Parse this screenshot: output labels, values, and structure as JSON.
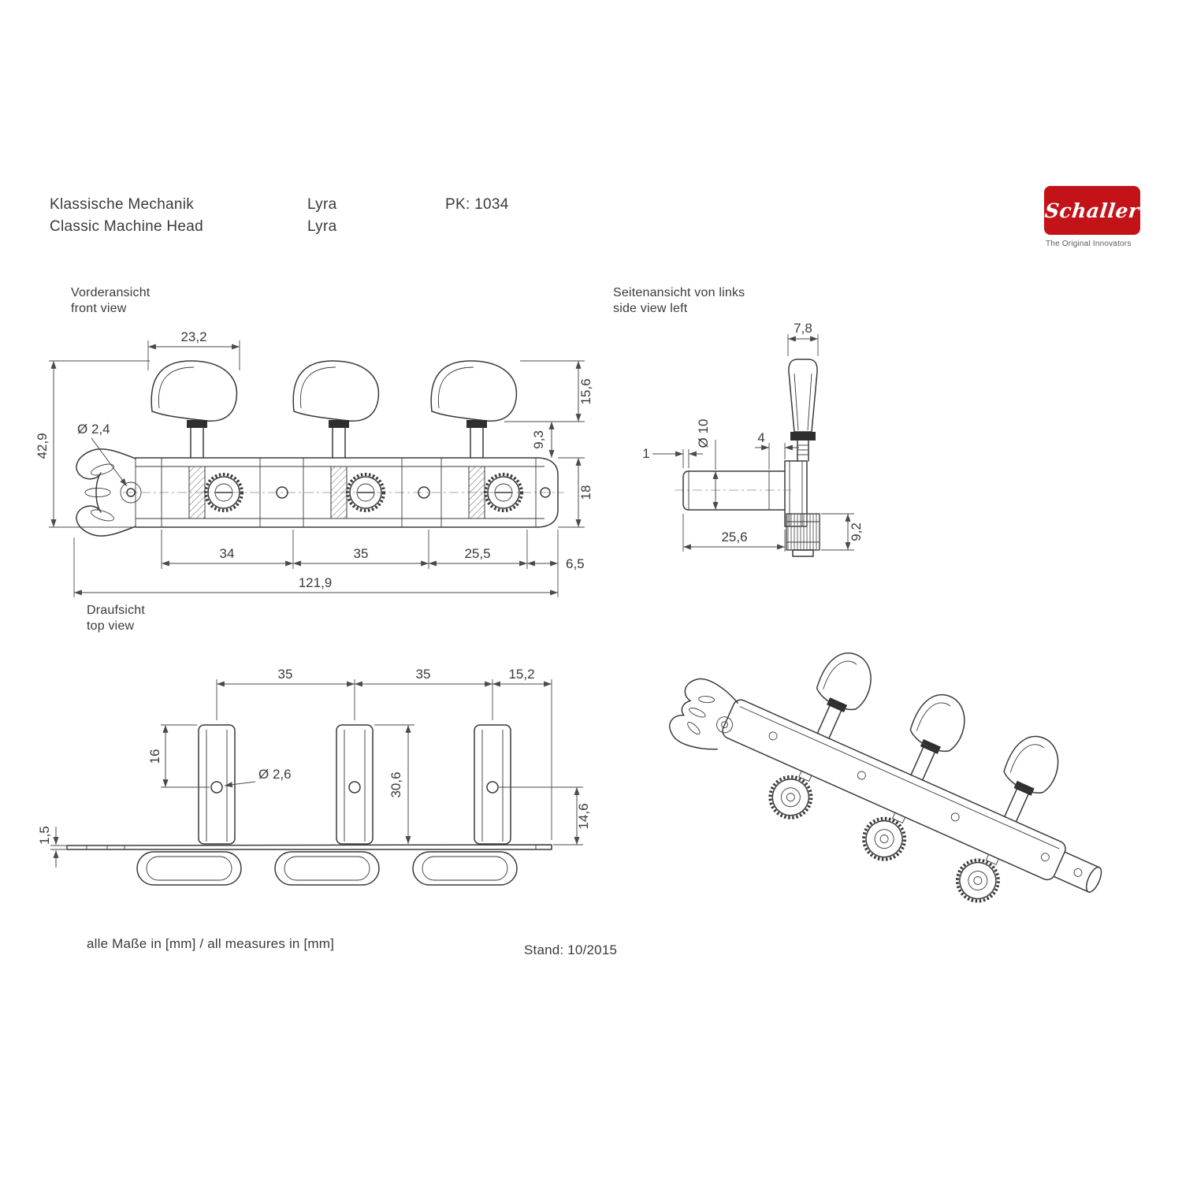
{
  "header": {
    "title_de": "Klassische Mechanik",
    "title_en": "Classic Machine Head",
    "model_de": "Lyra",
    "model_en": "Lyra",
    "part_code": "PK: 1034"
  },
  "logo": {
    "brand": "Schaller",
    "tagline": "The Original Innovators",
    "accent_color": "#c31218"
  },
  "front_view": {
    "label_de": "Vorderansicht",
    "label_en": "front view",
    "dims": {
      "button_width": "23,2",
      "overall_height": "42,9",
      "hole_dia": "Ø 2,4",
      "button_height": "15,6",
      "stem_gap": "9,3",
      "plate_height": "18",
      "spacing_a": "34",
      "spacing_b": "35",
      "spacing_c": "25,5",
      "end_offset": "6,5",
      "overall_length": "121,9"
    }
  },
  "side_view": {
    "label_de": "Seitenansicht von links",
    "label_en": "side view left",
    "dims": {
      "button_thickness": "7,8",
      "post_dia": "Ø 10",
      "bushing_offset": "4",
      "chamfer": "1",
      "worm_height": "9,2",
      "post_length": "25,6"
    }
  },
  "top_view": {
    "label_de": "Draufsicht",
    "label_en": "top view",
    "dims": {
      "spacing_a": "35",
      "spacing_b": "35",
      "end_offset": "15,2",
      "hole_from_top": "16",
      "hole_dia": "Ø 2,6",
      "post_height": "30,6",
      "plate_thickness": "1,5",
      "hole_to_plate": "14,6"
    }
  },
  "footer": {
    "units_note": "alle Maße in [mm] / all measures in [mm]",
    "revision": "Stand: 10/2015"
  }
}
